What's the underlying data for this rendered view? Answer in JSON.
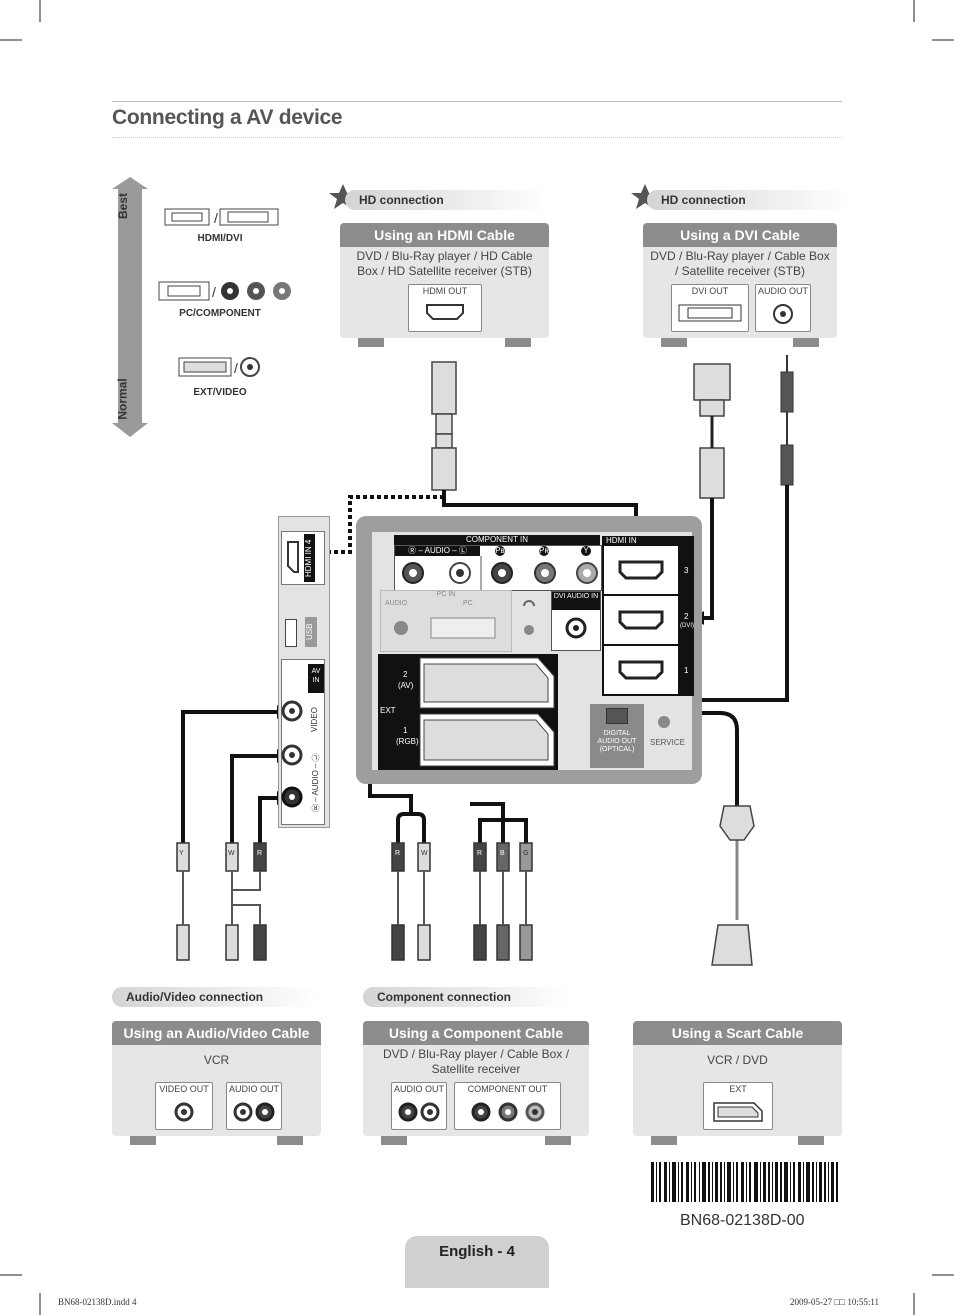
{
  "page": {
    "title": "Connecting a AV device",
    "page_label": "English - 4",
    "barcode_id": "BN68-02138D-00",
    "footer_left": "BN68-02138D.indd   4",
    "footer_right": "2009-05-27   □□ 10:55:11"
  },
  "quality_legend": {
    "best": "Best",
    "normal": "Normal",
    "items": [
      "HDMI/DVI",
      "PC/COMPONENT",
      "EXT/VIDEO"
    ]
  },
  "top_sections": [
    {
      "tab": "HD connection",
      "card_title": "Using an HDMI Cable",
      "desc": "DVD / Blu-Ray player / HD Cable Box / HD Satellite receiver (STB)",
      "ports": [
        "HDMI OUT"
      ]
    },
    {
      "tab": "HD connection",
      "card_title": "Using a DVI Cable",
      "desc": "DVD / Blu-Ray player / Cable Box / Satellite receiver (STB)",
      "ports": [
        "DVI OUT",
        "AUDIO OUT"
      ]
    }
  ],
  "bottom_sections": [
    {
      "tab": "Audio/Video connection",
      "card_title": "Using an Audio/Video Cable",
      "desc": "VCR",
      "ports": [
        "VIDEO OUT",
        "AUDIO OUT"
      ]
    },
    {
      "tab": "Component connection",
      "card_title": "Using a Component Cable",
      "desc": "DVD / Blu-Ray player / Cable Box / Satellite receiver",
      "ports": [
        "AUDIO OUT",
        "COMPONENT OUT"
      ]
    },
    {
      "tab": "",
      "card_title": "Using a Scart Cable",
      "desc": "VCR / DVD",
      "ports": [
        "EXT"
      ]
    }
  ],
  "tv_side_panel": {
    "hdmi": "HDMI IN 4",
    "usb": "USB",
    "av_in": "AV IN",
    "video": "VIDEO",
    "audio": "Ⓡ – AUDIO – Ⓛ"
  },
  "tv_rear_panel": {
    "component_in": "COMPONENT IN",
    "audio_rl": "Ⓡ – AUDIO – Ⓛ",
    "pb": "Pʙ",
    "pr": "Pʀ",
    "y": "Y",
    "pc_in": "PC IN",
    "audio": "AUDIO",
    "pc": "PC",
    "dvi_audio_in": "DVI AUDIO IN",
    "hdmi_in": "HDMI IN",
    "hdmi_3": "3",
    "hdmi_2": "2",
    "hdmi_2_sub": "(DVI)",
    "hdmi_1": "1",
    "ext": "EXT",
    "ext2": "2",
    "ext2_sub": "(AV)",
    "ext1": "1",
    "ext1_sub": "(RGB)",
    "digital_audio_out": "DIGITAL AUDIO OUT (OPTICAL)",
    "service": "SERVICE"
  },
  "plug_letters": {
    "av": [
      "Y",
      "W",
      "R"
    ],
    "component_audio": [
      "R",
      "W"
    ],
    "component_video": [
      "R",
      "B",
      "G"
    ]
  },
  "colors": {
    "card_header": "#8c8c8c",
    "card_body": "#e6e6e6",
    "panel_dark": "#1a1a1a",
    "panel_grey": "#9e9e9e"
  }
}
